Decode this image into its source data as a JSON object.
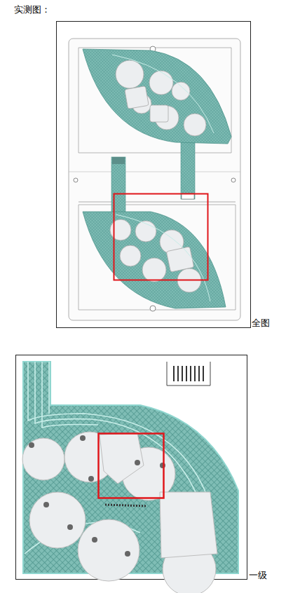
{
  "diagram": {
    "title": "实测图：",
    "labels": [
      "全图",
      "一级"
    ]
  }
}
